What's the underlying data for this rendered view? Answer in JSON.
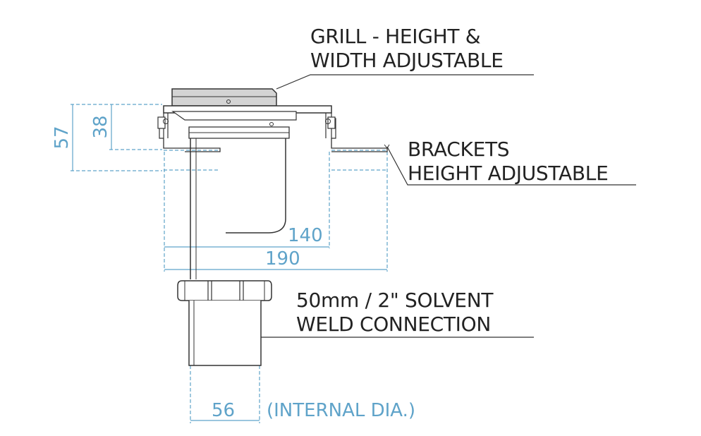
{
  "callouts": {
    "grill": [
      "GRILL - HEIGHT &",
      "WIDTH ADJUSTABLE"
    ],
    "brackets": [
      "BRACKETS",
      "HEIGHT ADJUSTABLE"
    ],
    "connection": [
      "50mm / 2\" SOLVENT",
      "WELD CONNECTION"
    ]
  },
  "dimensions": {
    "grill_drop": "38",
    "bracket_drop": "57",
    "body_width": "140",
    "overall_width": "190",
    "outlet_internal_dia": "56",
    "outlet_note": "(INTERNAL DIA.)"
  },
  "colors": {
    "outline": "#333333",
    "dimension": "#5fa3c9",
    "grill_fill": "#d4d4d4"
  }
}
